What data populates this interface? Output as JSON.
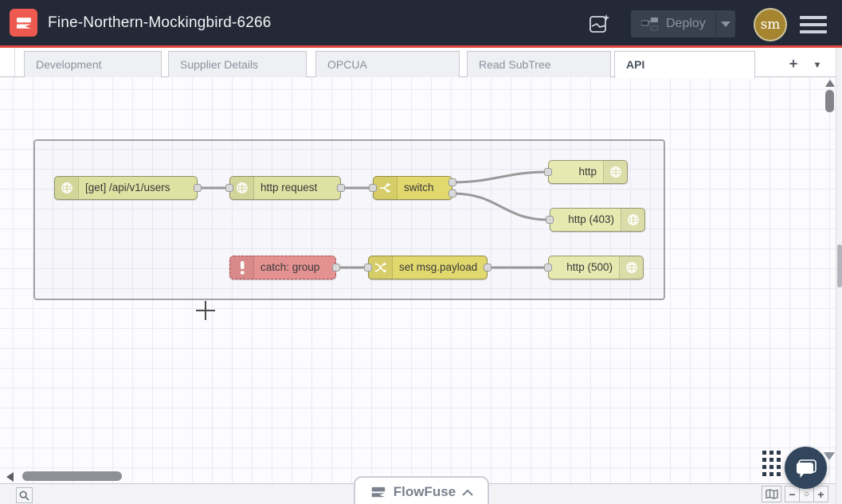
{
  "header": {
    "title": "Fine-Northern-Mockingbird-6266",
    "deploy_label": "Deploy",
    "avatar_initials": "sm",
    "colors": {
      "header_bg": "#232936",
      "accent_red": "#dd4540",
      "logo_red": "#ee5a4f",
      "avatar_gold": "#a5852f"
    },
    "icons": {
      "assistant": "flow-assistant-sparkle-icon",
      "menu": "hamburger-menu-icon",
      "deploy": "deploy-nodes-icon"
    }
  },
  "tabs": {
    "items": [
      {
        "label": "Development",
        "active": false
      },
      {
        "label": "Supplier Details",
        "active": false
      },
      {
        "label": "OPCUA",
        "active": false
      },
      {
        "label": "Read SubTree",
        "active": false
      },
      {
        "label": "API",
        "active": true
      }
    ],
    "add_label": "+",
    "menu_label": "▾"
  },
  "flow": {
    "nodes": [
      {
        "label": "[get] /api/v1/users",
        "kind": "http-in",
        "color": "#dfe1a2",
        "icon": "globe-icon"
      },
      {
        "label": "http request",
        "kind": "http-request",
        "color": "#dfe1a2",
        "icon": "globe-icon"
      },
      {
        "label": "switch",
        "kind": "switch",
        "color": "#e2d96e",
        "icon": "branch-icon"
      },
      {
        "label": "http",
        "kind": "http-response",
        "color": "#e6e9b0",
        "icon": "globe-icon"
      },
      {
        "label": "http (403)",
        "kind": "http-response",
        "color": "#e6e9b0",
        "icon": "globe-icon"
      },
      {
        "label": "catch: group",
        "kind": "catch",
        "color": "#e49191",
        "icon": "exclamation-icon"
      },
      {
        "label": "set msg.payload",
        "kind": "change",
        "color": "#e2d96e",
        "icon": "shuffle-icon"
      },
      {
        "label": "http (500)",
        "kind": "http-response",
        "color": "#e6e9b0",
        "icon": "globe-icon"
      }
    ],
    "wire_color": "#999999"
  },
  "footer": {
    "zoom_out_label": "−",
    "zoom_reset_label": "○",
    "zoom_in_label": "+",
    "icons": {
      "search": "search-icon",
      "map": "minimap-icon"
    }
  },
  "flowfuse_bar": {
    "label": "FlowFuse"
  }
}
